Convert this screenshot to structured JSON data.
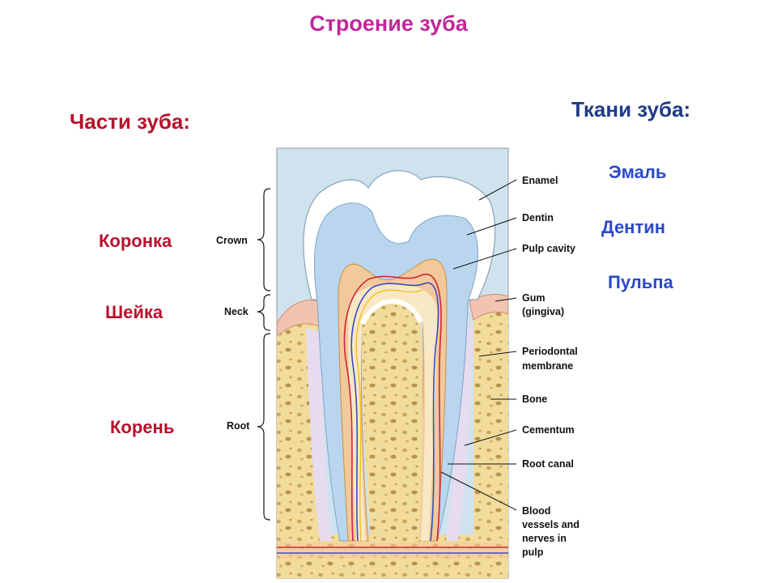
{
  "title": "Строение зуба",
  "parts_heading": "Части зуба:",
  "tissues_heading": "Ткани зуба:",
  "parts": [
    "Коронка",
    "Шейка",
    "Корень"
  ],
  "tissues": [
    "Эмаль",
    "Дентин",
    "Пульпа"
  ],
  "bracket_labels": [
    "Crown",
    "Neck",
    "Root"
  ],
  "structure_labels": {
    "enamel": "Enamel",
    "dentin": "Dentin",
    "pulp_cavity": "Pulp cavity",
    "gum_1": "Gum",
    "gum_2": "(gingiva)",
    "periodontal_1": "Periodontal",
    "periodontal_2": "membrane",
    "bone": "Bone",
    "cementum": "Cementum",
    "root_canal": "Root canal",
    "vessels_1": "Blood",
    "vessels_2": "vessels and",
    "vessels_3": "nerves in",
    "vessels_4": "pulp"
  },
  "colors": {
    "title": "#c0289a",
    "parts": "#b8102b",
    "tissues": "#2b49c9",
    "tissues_heading": "#1f3a8a"
  }
}
